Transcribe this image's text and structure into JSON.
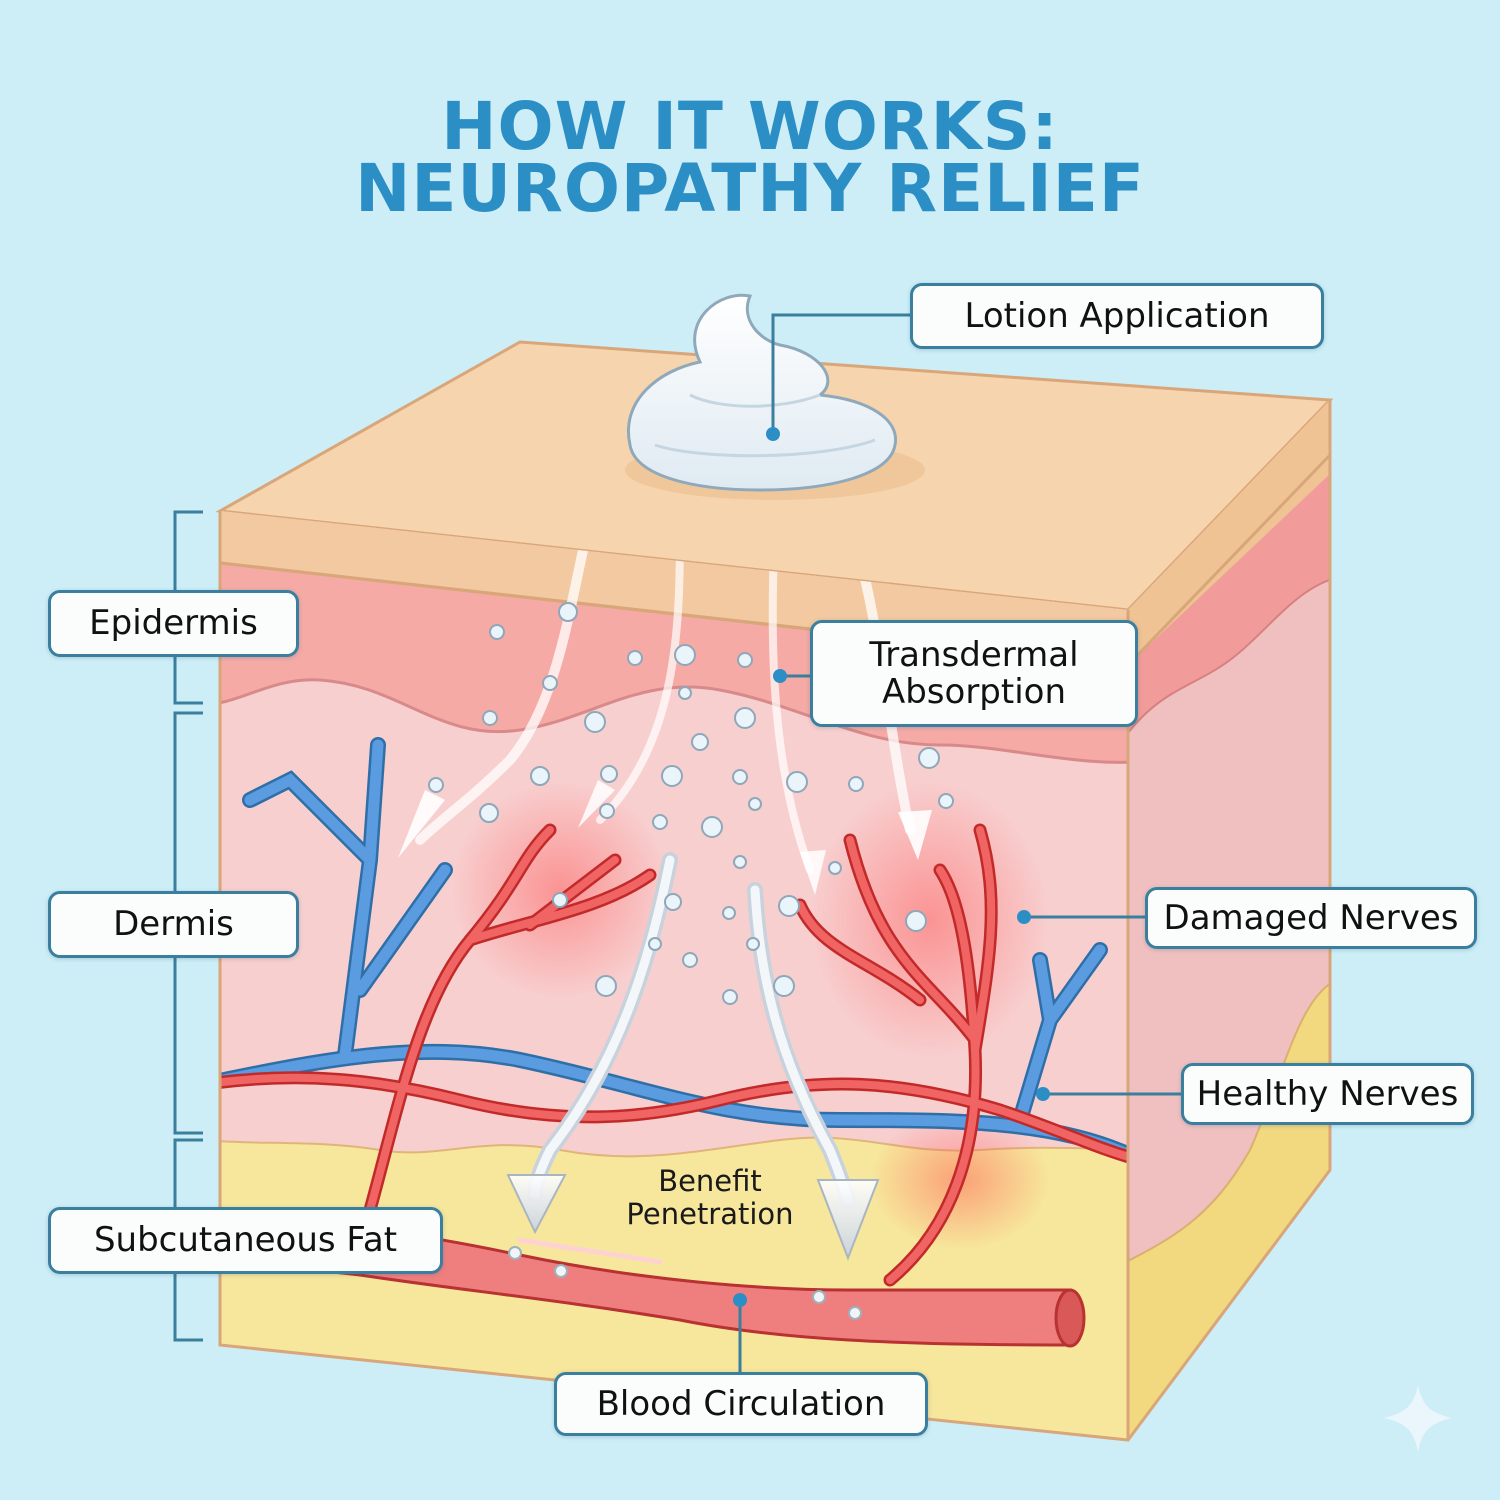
{
  "title": {
    "line1": "HOW IT WORKS:",
    "line2": "NEUROPATHY RELIEF"
  },
  "colors": {
    "background": "#cdeef7",
    "title": "#2b8fc6",
    "callout_line": "#3a7f9e",
    "stratum": "#f2c9a0",
    "epidermis": "#f5aaa6",
    "dermis": "#f8cfcf",
    "fat": "#f7e79c",
    "healthy_nerve": "#4a90d4",
    "damaged_nerve": "#e84545",
    "blood_vessel": "#ef7f7f"
  },
  "layer_labels": {
    "epidermis": "Epidermis",
    "dermis": "Dermis",
    "subcutaneous_fat": "Subcutaneous Fat"
  },
  "callouts": {
    "lotion_application": "Lotion Application",
    "transdermal_line1": "Transdermal",
    "transdermal_line2": "Absorption",
    "damaged_nerves": "Damaged Nerves",
    "healthy_nerves": "Healthy Nerves",
    "blood_circulation": "Blood Circulation"
  },
  "annotation": {
    "benefit_line1": "Benefit",
    "benefit_line2": "Penetration"
  },
  "icons": {
    "corner_mark": "sparkle-icon"
  }
}
